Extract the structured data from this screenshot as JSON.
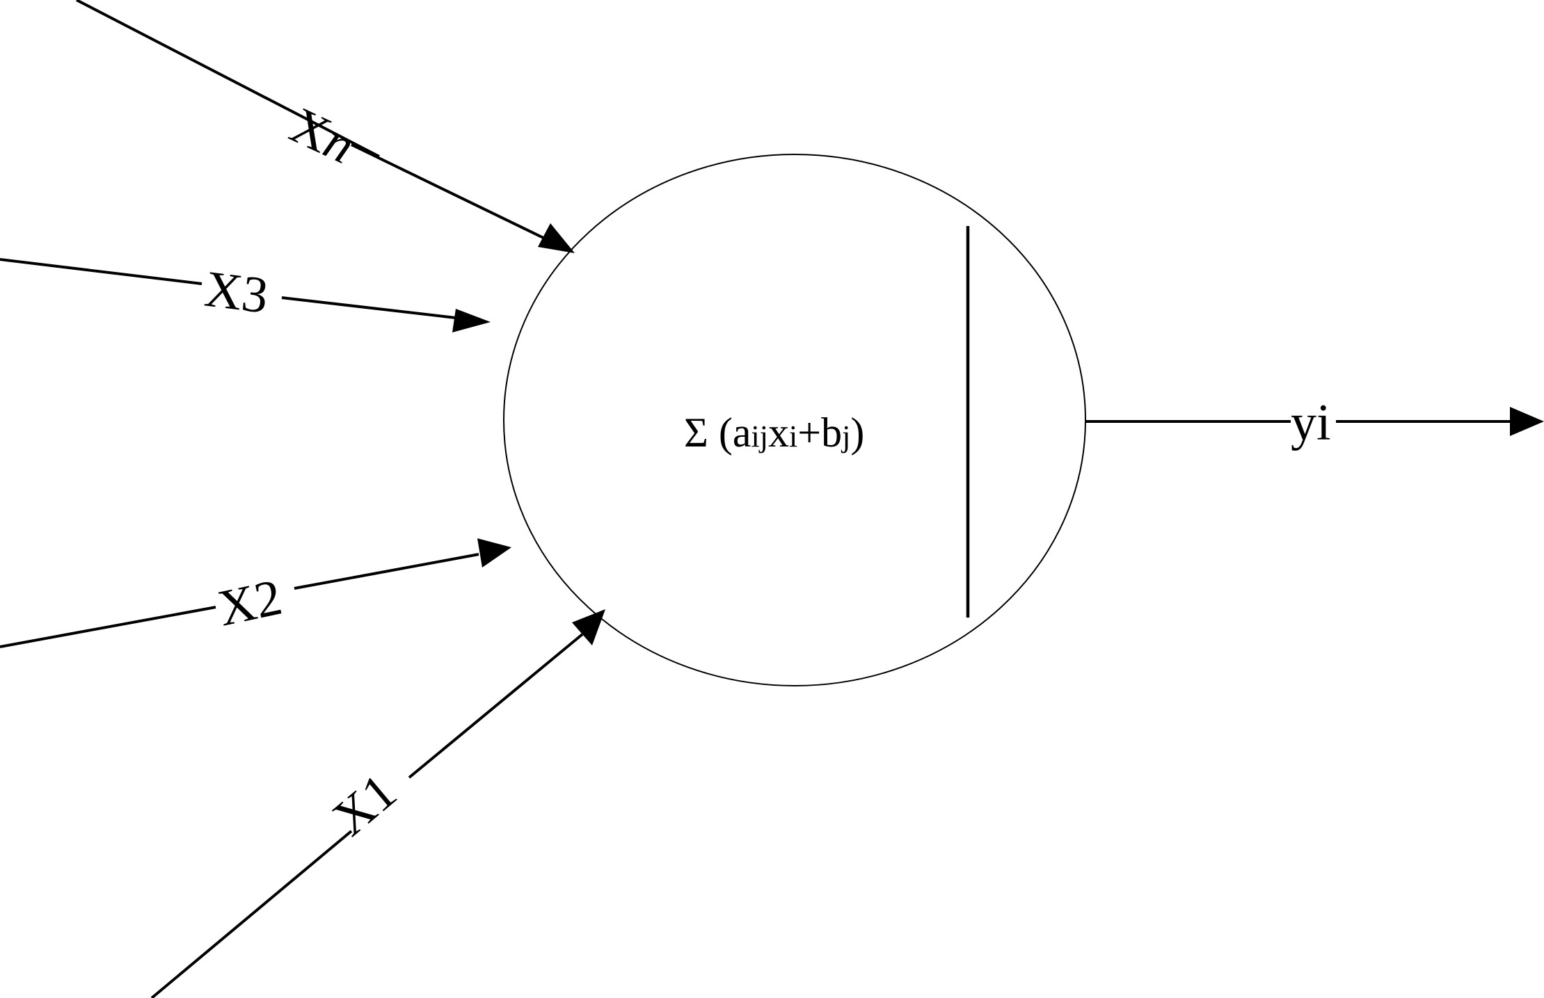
{
  "diagram": {
    "inputs": [
      {
        "id": "xn",
        "label_main": "X",
        "label_sub": "n"
      },
      {
        "id": "x3",
        "label_main": "X3",
        "label_sub": ""
      },
      {
        "id": "x2",
        "label_main": "X2",
        "label_sub": ""
      },
      {
        "id": "x1",
        "label_main": "X1",
        "label_sub": ""
      }
    ],
    "neuron": {
      "formula": {
        "sigma": "Σ",
        "open": " (a",
        "sub1": "ij",
        "mid": "x",
        "sub2": "i",
        "plus": "+b",
        "sub3": "j",
        "close": ")"
      }
    },
    "output": {
      "label": "yi"
    },
    "colors": {
      "stroke": "#000000",
      "background": "#ffffff"
    }
  }
}
